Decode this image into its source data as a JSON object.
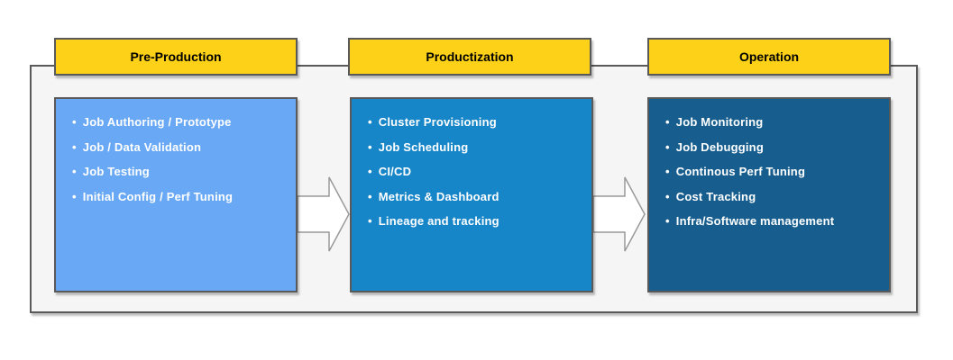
{
  "bullet": "•",
  "outer": {
    "fill": "#F5F5F5",
    "border": "#595959"
  },
  "arrow": {
    "fill": "#FFFFFF",
    "border": "#999999"
  },
  "stages": [
    {
      "title": "Pre-Production",
      "header_fill": "#FCD117",
      "header_border": "#595959",
      "header_text_color": "#000000",
      "box_fill": "#69A8F5",
      "box_border": "#595959",
      "item_text_color": "#FFFFFF",
      "items": [
        "Job Authoring / Prototype",
        "Job / Data Validation",
        "Job Testing",
        "Initial Config / Perf Tuning"
      ]
    },
    {
      "title": "Productization",
      "header_fill": "#FCD117",
      "header_border": "#595959",
      "header_text_color": "#000000",
      "box_fill": "#1786C8",
      "box_border": "#595959",
      "item_text_color": "#FFFFFF",
      "items": [
        "Cluster Provisioning",
        "Job Scheduling",
        "CI/CD",
        "Metrics & Dashboard",
        "Lineage and tracking"
      ]
    },
    {
      "title": "Operation",
      "header_fill": "#FCD117",
      "header_border": "#595959",
      "header_text_color": "#000000",
      "box_fill": "#175E8F",
      "box_border": "#595959",
      "item_text_color": "#FFFFFF",
      "items": [
        "Job Monitoring",
        "Job Debugging",
        "Continous Perf Tuning",
        "Cost Tracking",
        "Infra/Software management"
      ]
    }
  ]
}
